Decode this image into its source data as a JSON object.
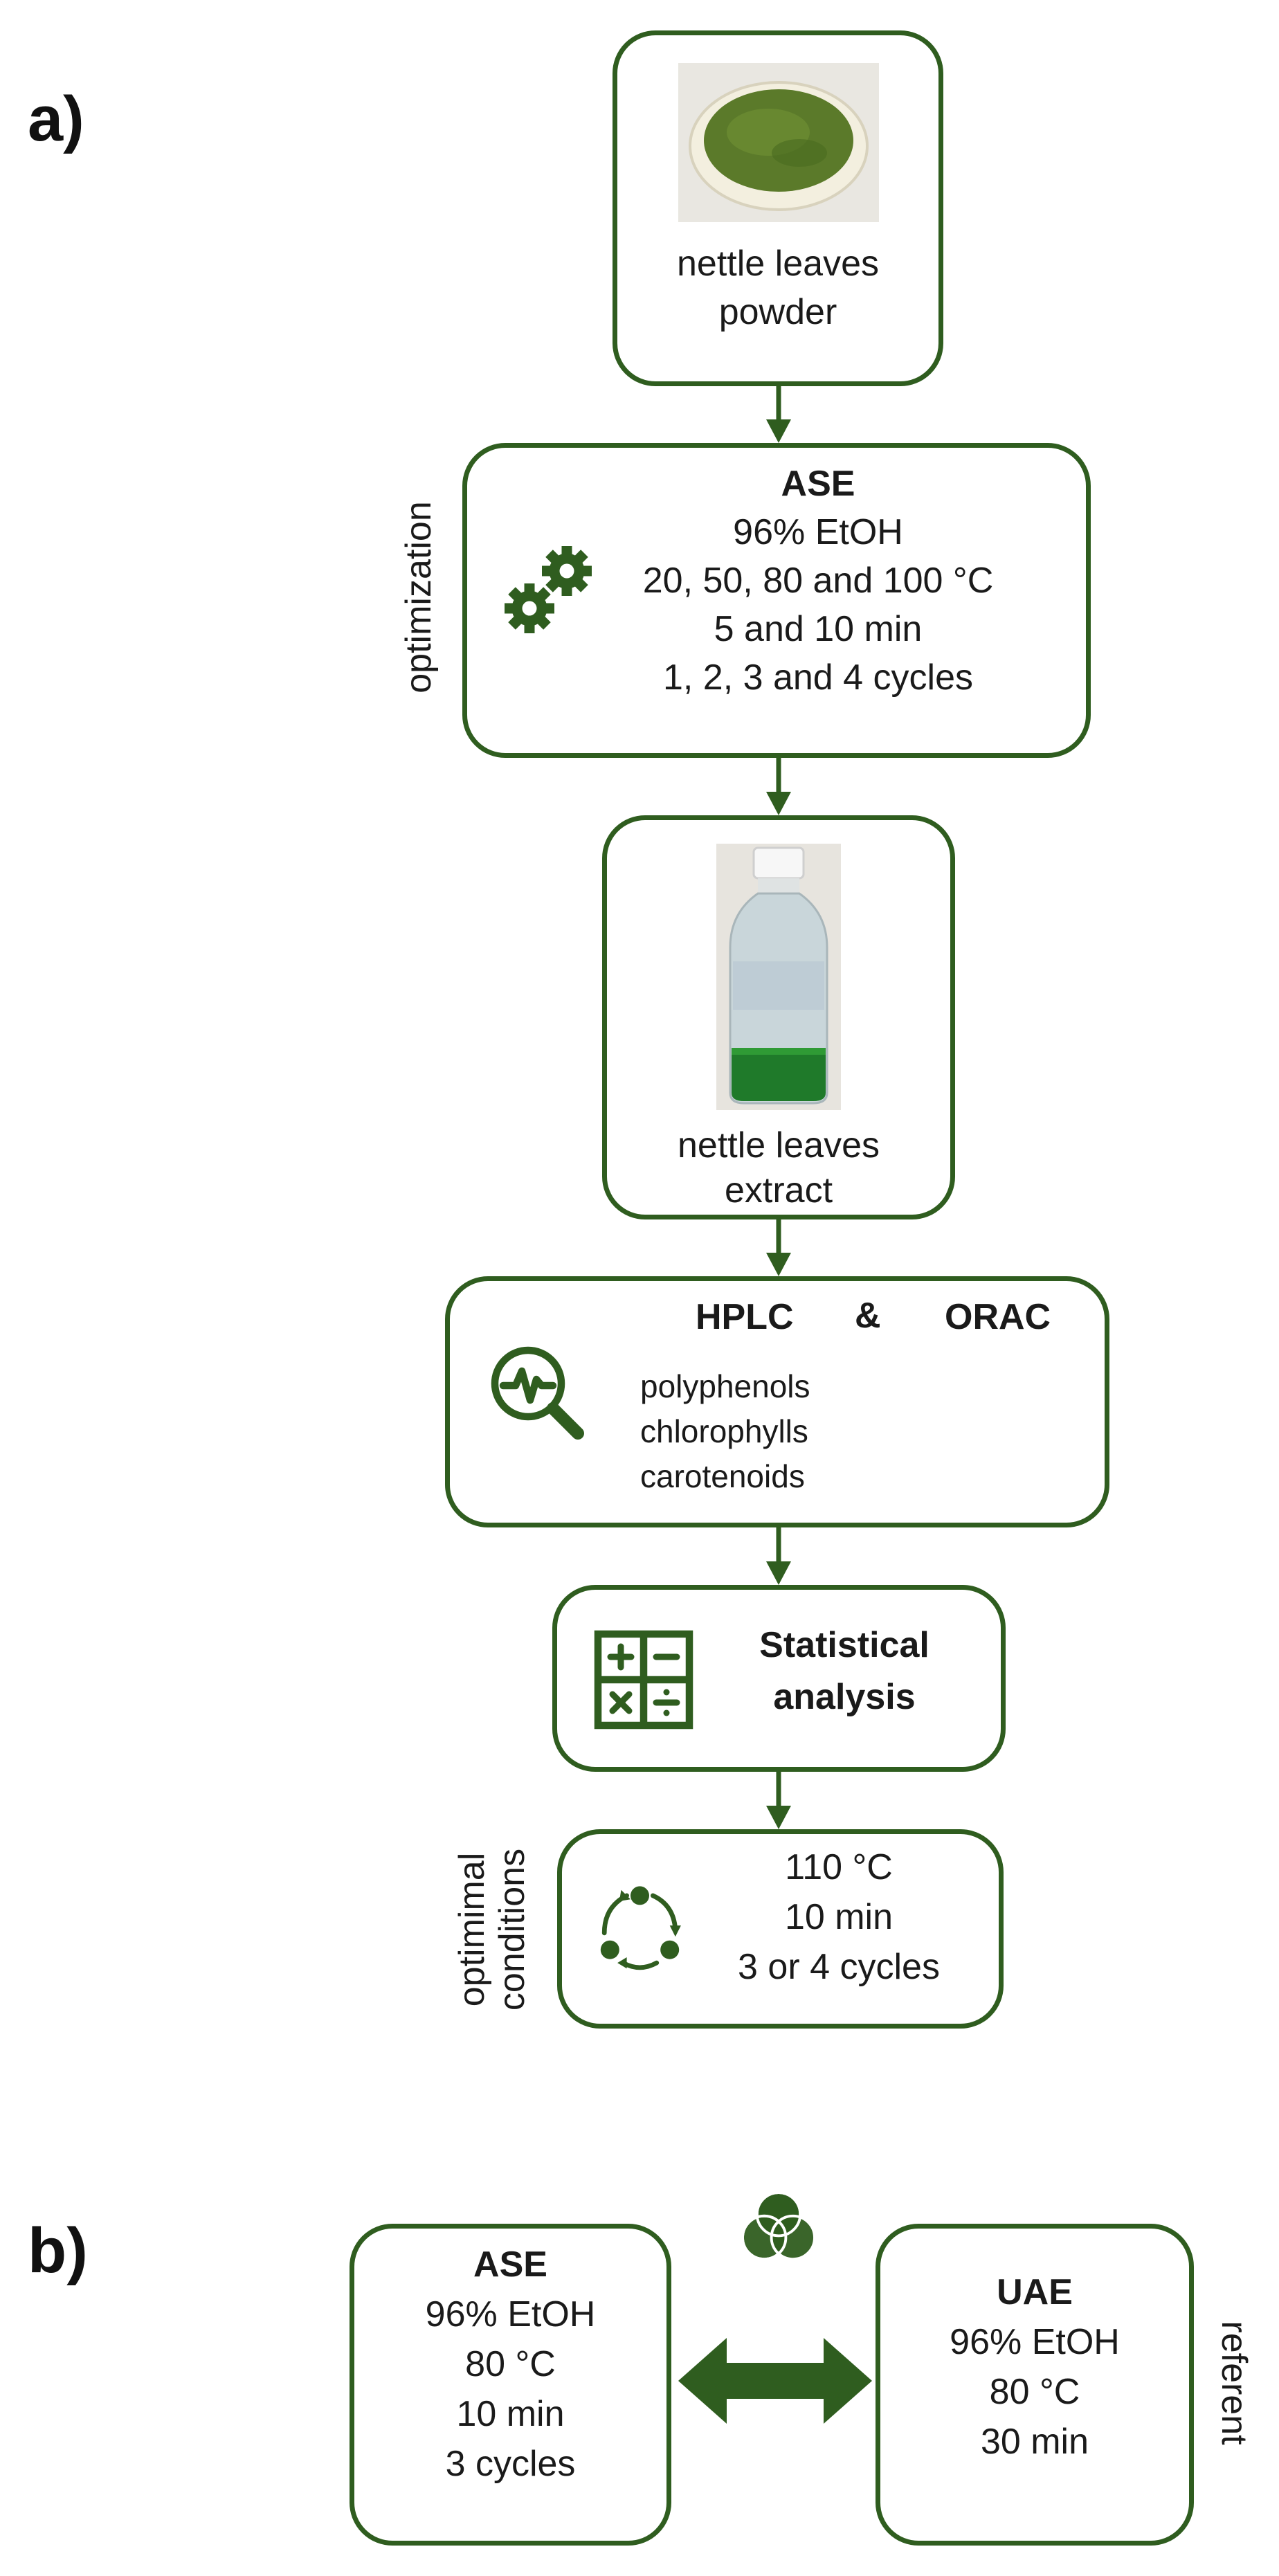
{
  "panels": {
    "a": "a)",
    "b": "b)"
  },
  "powder": {
    "line1": "nettle leaves",
    "line2": "powder"
  },
  "ase_opt": {
    "side_label": "optimization",
    "title": "ASE",
    "lines": [
      "96% EtOH",
      "20, 50, 80 and 100 °C",
      "5 and 10 min",
      "1, 2, 3  and 4 cycles"
    ],
    "icon": "gears-icon"
  },
  "extract": {
    "line1": "nettle leaves",
    "line2": "extract"
  },
  "analysis": {
    "title_left": "HPLC",
    "amp": "&",
    "title_right": "ORAC",
    "lines": [
      "polyphenols",
      "chlorophylls",
      "carotenoids"
    ],
    "icon": "magnifier-pulse-icon"
  },
  "stats": {
    "line1": "Statistical",
    "line2": "analysis",
    "icon": "calculator-icon"
  },
  "optimal": {
    "side_label_1": "optimimal",
    "side_label_2": "conditions",
    "lines": [
      "110 °C",
      "10 min",
      "3 or 4 cycles"
    ],
    "icon": "cycle-icon"
  },
  "compare": {
    "ase": {
      "title": "ASE",
      "lines": [
        "96% EtOH",
        "80 °C",
        "10 min",
        "3  cycles"
      ]
    },
    "uae": {
      "title": "UAE",
      "lines": [
        "96% EtOH",
        "80 °C",
        "30 min"
      ],
      "side_label": "referent"
    },
    "icon": "venn-icon"
  },
  "colors": {
    "accent": "#2f5d1f",
    "arrow": "#2f5d1f"
  }
}
